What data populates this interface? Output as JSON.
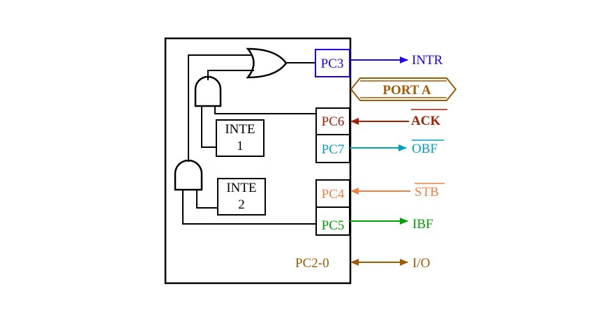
{
  "colors": {
    "black": "#000000",
    "blue": "#2200ee",
    "brown": "#a05a00",
    "dark_red": "#a02000",
    "cyan": "#00a0c0",
    "orange": "#f08040",
    "green": "#00a000"
  },
  "pins": {
    "pc3": "PC3",
    "pc6": "PC6",
    "pc7": "PC7",
    "pc4": "PC4",
    "pc5": "PC5",
    "pc2_0": "PC2-0"
  },
  "signals": {
    "intr": "INTR",
    "port_a": "PORT A",
    "ack": "ACK",
    "obf": "OBF",
    "stb": "STB",
    "ibf": "IBF",
    "io": "I/O"
  },
  "inte1": {
    "line1": "INTE",
    "line2": "1"
  },
  "inte2": {
    "line1": "INTE",
    "line2": "2"
  }
}
